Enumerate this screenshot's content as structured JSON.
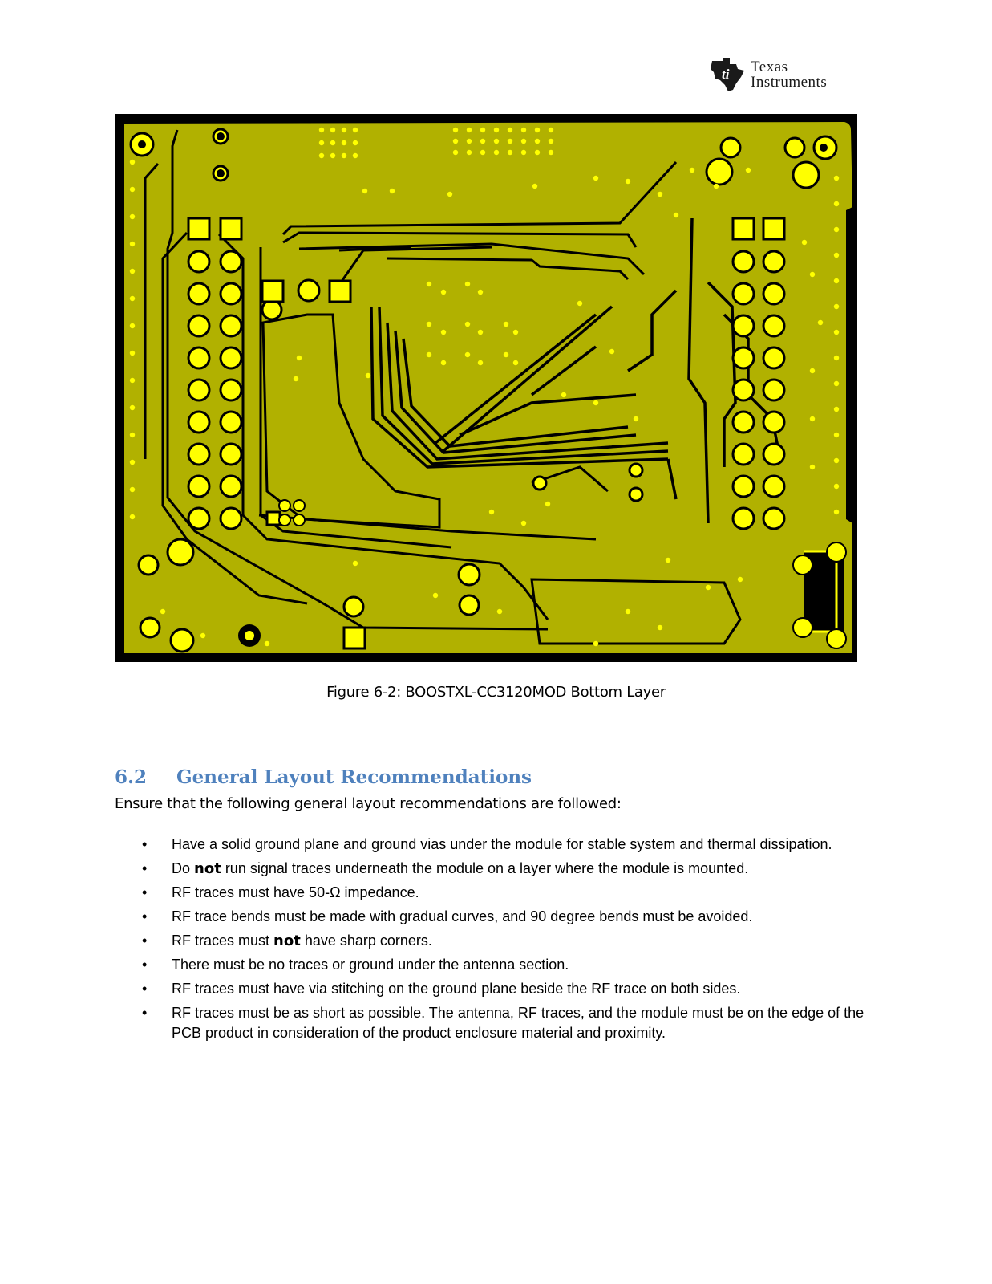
{
  "header": {
    "logo_icon": "texas-state-ti-icon",
    "logo_line1": "Texas",
    "logo_line2": "Instruments"
  },
  "figure": {
    "caption": "Figure 6-2: BOOSTXL-CC3120MOD Bottom Layer",
    "board_color": "#b1b100",
    "trace_color": "#000000",
    "pad_color": "#ffff00"
  },
  "section": {
    "number": "6.2",
    "title": "General Layout Recommendations",
    "intro": "Ensure that the following general layout recommendations are followed:",
    "bullets": [
      {
        "parts": [
          "Have a solid ground plane and ground vias under the module for stable system and thermal dissipation."
        ]
      },
      {
        "parts": [
          "Do ",
          "not",
          " run signal traces underneath the module on a layer where the module is mounted."
        ]
      },
      {
        "parts": [
          "RF traces must have 50-Ω impedance."
        ]
      },
      {
        "parts": [
          "RF trace bends must be made with gradual curves, and 90 degree bends must be avoided."
        ]
      },
      {
        "parts": [
          "RF traces must ",
          "not",
          " have sharp corners."
        ]
      },
      {
        "parts": [
          "There must be no traces or ground under the antenna section."
        ]
      },
      {
        "parts": [
          "RF traces must have via stitching on the ground plane beside the RF trace on both sides."
        ]
      },
      {
        "parts": [
          "RF traces must be as short as possible. The antenna, RF traces, and the module must be on the edge of the PCB product in consideration of the product enclosure material and proximity."
        ]
      }
    ]
  }
}
